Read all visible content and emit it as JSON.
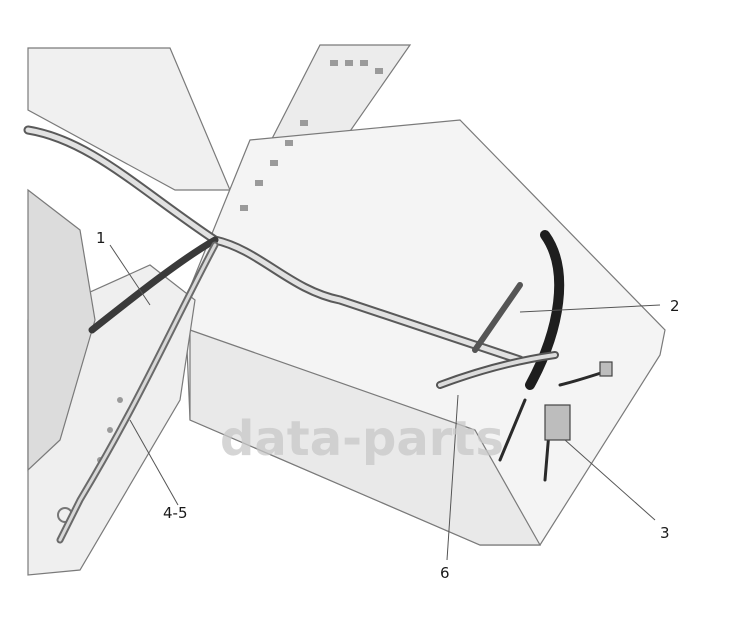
{
  "diagram": {
    "callouts": [
      {
        "id": "1",
        "text": "1"
      },
      {
        "id": "2",
        "text": "2"
      },
      {
        "id": "3",
        "text": "3"
      },
      {
        "id": "4-5",
        "text": "4-5"
      },
      {
        "id": "6",
        "text": "6"
      }
    ],
    "watermark": {
      "text": "data-parts"
    }
  }
}
